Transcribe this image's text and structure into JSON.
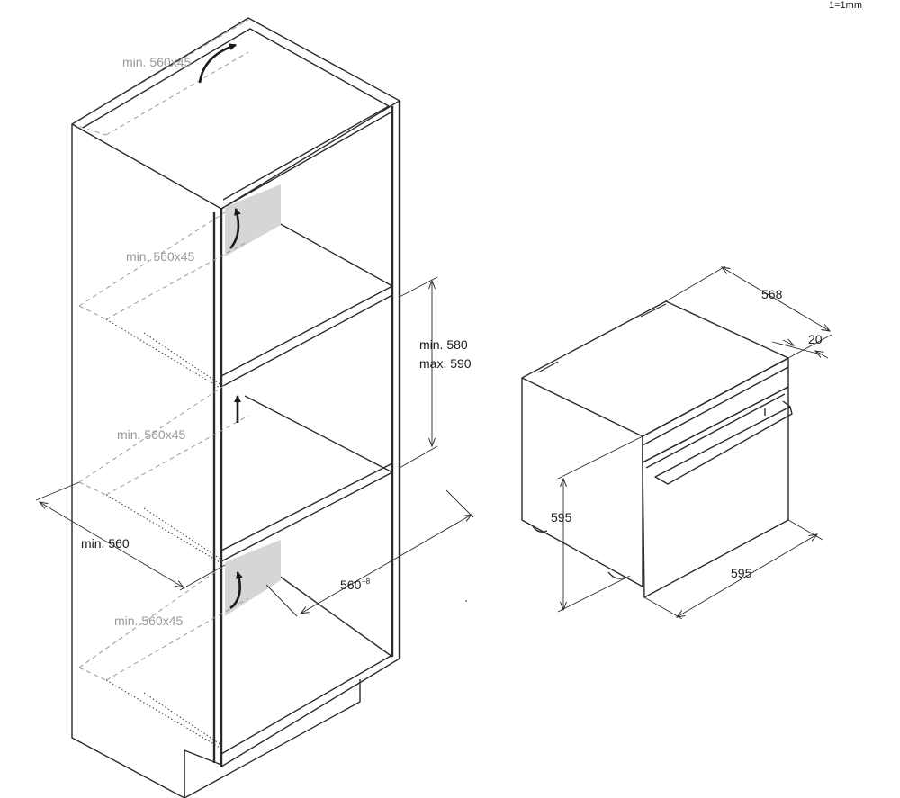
{
  "scale_note": "1=1mm",
  "cabinet": {
    "vent_top": "min. 560x45",
    "vent_upper": "min. 560x45",
    "vent_middle": "min. 560x45",
    "vent_lower": "min. 560x45",
    "niche_height_min": "min. 580",
    "niche_height_max": "max. 590",
    "cabinet_depth": "min. 560",
    "niche_width": "560",
    "niche_width_tolerance": "+8"
  },
  "oven": {
    "depth": "568",
    "door_thickness": "20",
    "height": "595",
    "width": "595"
  }
}
